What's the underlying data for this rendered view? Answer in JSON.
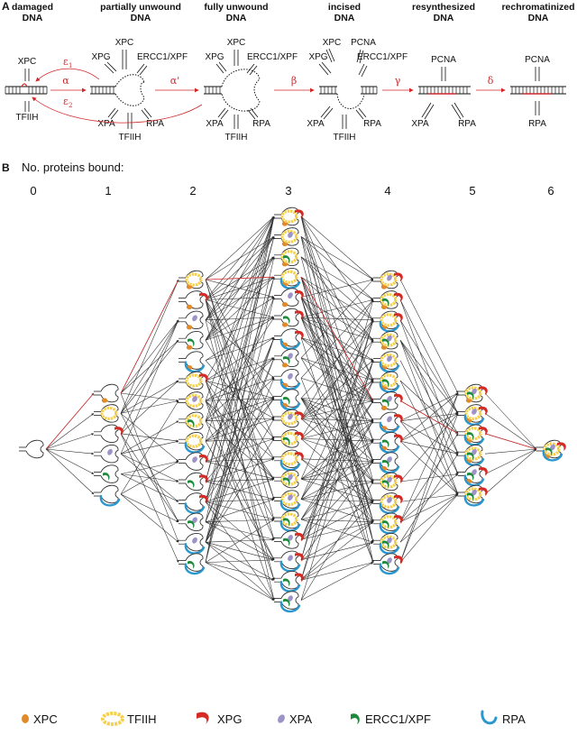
{
  "panel_a": {
    "letter": "A",
    "stages": [
      {
        "title_lines": [
          "damaged",
          "DNA"
        ],
        "proteins_top": [
          "XPC"
        ],
        "proteins_bottom": [
          "TFIIH"
        ]
      },
      {
        "title_lines": [
          "partially unwound",
          "DNA"
        ],
        "proteins_top": [
          "XPC",
          "XPG",
          "ERCC1/XPF"
        ],
        "proteins_bottom": [
          "XPA",
          "RPA",
          "TFIIH"
        ]
      },
      {
        "title_lines": [
          "fully unwound",
          "DNA"
        ],
        "proteins_top": [
          "XPC",
          "XPG",
          "ERCC1/XPF"
        ],
        "proteins_bottom": [
          "XPA",
          "RPA",
          "TFIIH"
        ]
      },
      {
        "title_lines": [
          "incised",
          "DNA"
        ],
        "proteins_top": [
          "XPC",
          "PCNA",
          "XPG",
          "ERCC1/XPF"
        ],
        "proteins_bottom": [
          "XPA",
          "RPA",
          "TFIIH"
        ]
      },
      {
        "title_lines": [
          "resynthesized",
          "DNA"
        ],
        "proteins_top": [
          "PCNA"
        ],
        "proteins_bottom": [
          "XPA",
          "RPA"
        ]
      },
      {
        "title_lines": [
          "rechromatinized",
          "DNA"
        ],
        "proteins_top": [
          "PCNA"
        ],
        "proteins_bottom": [
          "RPA"
        ]
      }
    ],
    "rates": {
      "alpha": "α",
      "alpha_prime": "α'",
      "beta": "β",
      "gamma": "γ",
      "delta": "δ",
      "epsilon": "ε",
      "sub1": "1",
      "sub2": "2"
    }
  },
  "panel_b": {
    "letter": "B",
    "heading": "No. proteins bound:",
    "columns": [
      "0",
      "1",
      "2",
      "3",
      "4",
      "5",
      "6"
    ],
    "node_counts": [
      1,
      6,
      15,
      20,
      15,
      6,
      1
    ]
  },
  "legend": [
    {
      "label": "XPC",
      "color": "#e08a2c",
      "icon": "xpc-dot-icon"
    },
    {
      "label": "TFIIH",
      "color": "#f6d04a",
      "icon": "tfiih-ring-icon"
    },
    {
      "label": "XPG",
      "color": "#d52b24",
      "icon": "xpg-crescent-icon"
    },
    {
      "label": "XPA",
      "color": "#9d93c7",
      "icon": "xpa-dot-icon"
    },
    {
      "label": "ERCC1/XPF",
      "color": "#1f8a3b",
      "icon": "ercc1-xpf-icon"
    },
    {
      "label": "RPA",
      "color": "#2b97cf",
      "icon": "rpa-hook-icon"
    }
  ],
  "colors": {
    "edge": "#2a2a2a",
    "highlight": "#d0292b",
    "dna": "#111111"
  }
}
